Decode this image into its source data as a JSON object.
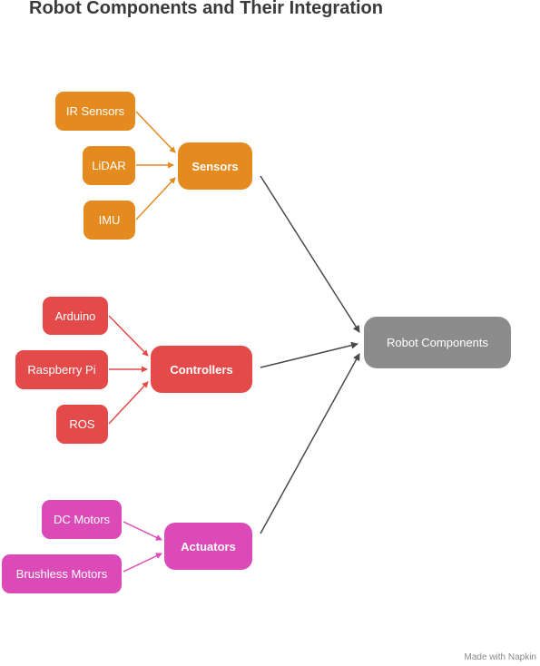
{
  "title": "Robot Components and Their Integration",
  "colors": {
    "sensors": "#e48a1f",
    "controllers": "#e44a4a",
    "actuators": "#dc4ab8",
    "root": "#8c8c8c",
    "root_edge": "#4a4a4a"
  },
  "root": {
    "label": "Robot Components"
  },
  "groups": [
    {
      "label": "Sensors",
      "children": [
        "IR Sensors",
        "LiDAR",
        "IMU"
      ]
    },
    {
      "label": "Controllers",
      "children": [
        "Arduino",
        "Raspberry Pi",
        "ROS"
      ]
    },
    {
      "label": "Actuators",
      "children": [
        "DC Motors",
        "Brushless Motors"
      ]
    }
  ],
  "footer": "Made with Napkin"
}
